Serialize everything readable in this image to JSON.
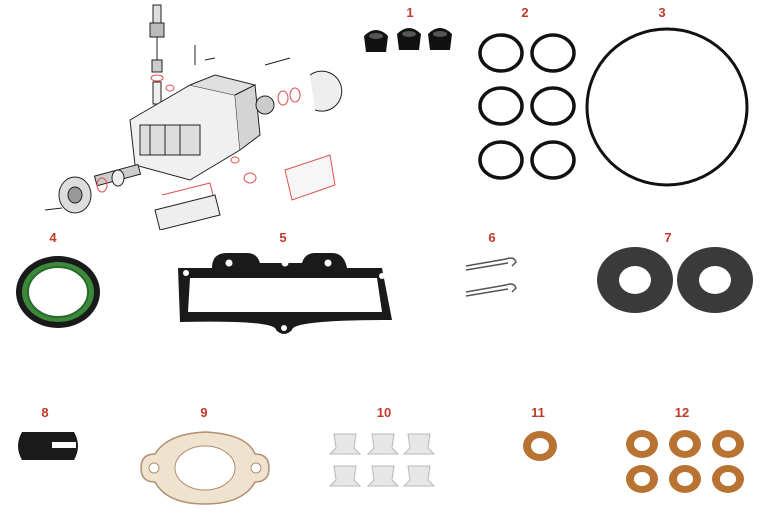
{
  "labels": {
    "p1": "1",
    "p2": "2",
    "p3": "3",
    "p4": "4",
    "p5": "5",
    "p6": "6",
    "p7": "7",
    "p8": "8",
    "p9": "9",
    "p10": "10",
    "p11": "11",
    "p12": "12"
  },
  "colors": {
    "label": "#c0392b",
    "rubber": "#111111",
    "copper": "#b87333",
    "seal_green": "#3a8a3a",
    "gasket_red": "#e05050",
    "washer_grey": "#3a3a3a",
    "plastic_white": "#e6e6e6"
  },
  "icons": [
    "injection-pump-exploded-drawing",
    "valve-cap",
    "o-ring",
    "shaft-seal",
    "flat-gasket",
    "retaining-clip",
    "seal-washer",
    "sleeve",
    "paper-gasket",
    "plastic-bushing",
    "copper-washer"
  ]
}
